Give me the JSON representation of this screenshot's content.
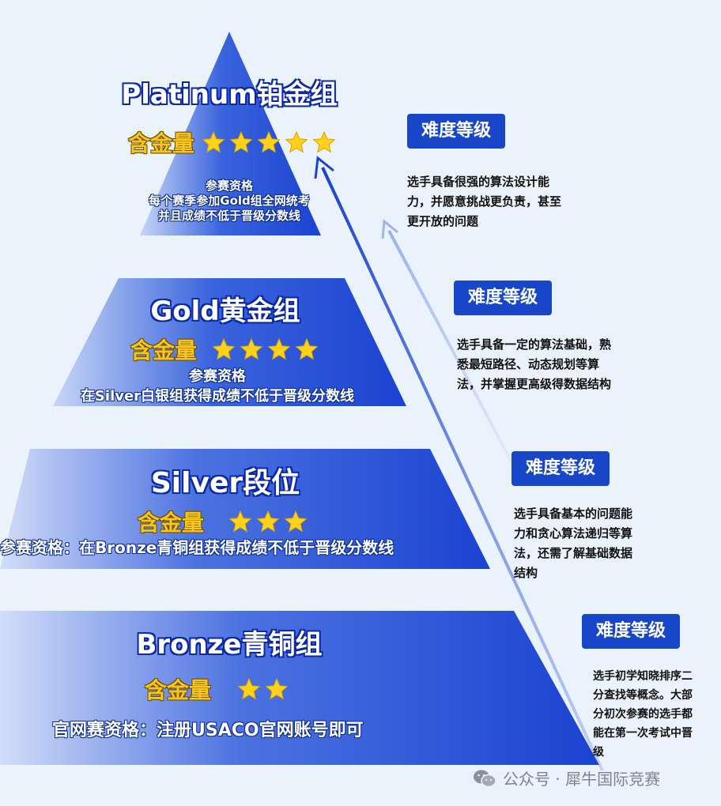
{
  "tiers": [
    {
      "title": "Platinum铂金组",
      "gold_label": "含金量",
      "stars": 5,
      "qualification": [
        "参赛资格",
        "每个赛季参加Gold组全网统考",
        "并且成绩不低于晋级分数线"
      ]
    },
    {
      "title": "Gold黄金组",
      "gold_label": "含金量",
      "stars": 4,
      "qualification": [
        "参赛资格",
        "在Silver白银组获得成绩不低于晋级分数线"
      ]
    },
    {
      "title": "Silver段位",
      "gold_label": "含金量",
      "stars": 3,
      "qualification": [
        "参赛资格：在Bronze青铜组获得成绩不低于晋级分数线"
      ]
    },
    {
      "title": "Bronze青铜组",
      "gold_label": "含金量",
      "stars": 2,
      "qualification": [
        "官网赛资格：注册USACO官网账号即可"
      ]
    }
  ],
  "difficulty": [
    {
      "badge": "难度等级",
      "lines": [
        "选手具备很强的算法设计能",
        "力，并愿意挑战更负责，甚至",
        "更开放的问题"
      ]
    },
    {
      "badge": "难度等级",
      "lines": [
        "选手具备一定的算法基础，熟",
        "悉最短路径、动态规划等算",
        "法，并掌握更高级得数据结构"
      ]
    },
    {
      "badge": "难度等级",
      "lines": [
        "选手具备基本的问题能",
        "力和贪心算法递归等算",
        "法，还需了解基础数据",
        "结构"
      ]
    },
    {
      "badge": "难度等级",
      "lines": [
        "选手初学知晓排序二",
        "分查找等概念。大部",
        "分初次参赛的选手都",
        "能在第一次考试中晋",
        "级"
      ]
    }
  ],
  "watermark": {
    "text": "公众号 · 犀牛国际竞赛",
    "icon": "wechat-icon"
  },
  "colors": {
    "background": "#eaf2fb",
    "pyramid_dark": "#1a43d1",
    "pyramid_light": "#c7d6f7",
    "badge": "#1746c9",
    "gold": "#f7c51c",
    "star": "#ffd21a"
  }
}
